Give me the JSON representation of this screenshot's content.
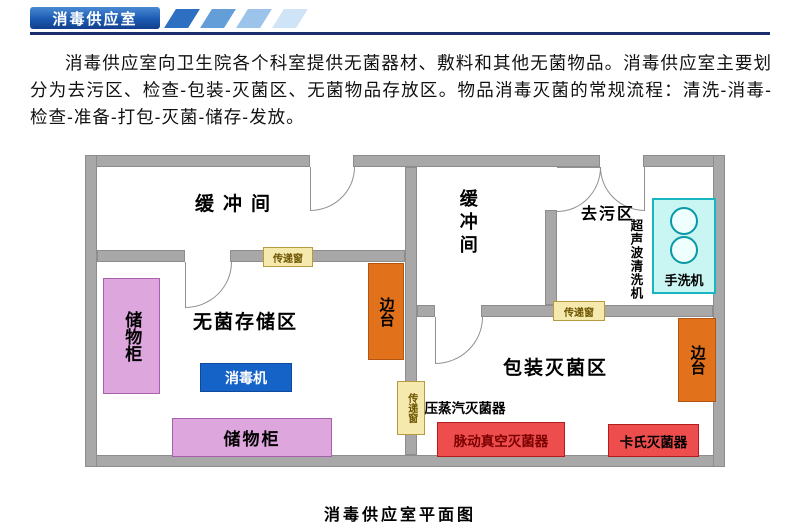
{
  "header": {
    "title": "消毒供应室"
  },
  "intro": {
    "text": "消毒供应室向卫生院各个科室提供无菌器材、敷料和其他无菌物品。消毒供应室主要划分为去污区、检查-包装-灭菌区、无菌物品存放区。物品消毒灭菌的常规流程：清洗-消毒-检查-准备-打包-灭菌-储存-发放。"
  },
  "floor_plan": {
    "caption": "消毒供应室平面图",
    "rooms": {
      "buffer_left": "缓冲间",
      "sterile_storage": "无菌存储区",
      "buffer_right": "缓冲间",
      "decontamination": "去污区",
      "packaging": "包装灭菌区"
    },
    "equipment": {
      "cabinet_left": "储物柜",
      "cabinet_bottom": "储物柜",
      "disinfector": "消毒机",
      "side_table_left": "边台",
      "side_table_right": "边台",
      "hand_washer": "手洗机",
      "ultrasonic_cleaner": "超声波清洗机",
      "autoclave": "高压蒸汽灭菌器",
      "pulse_vacuum_sterilizer": "脉动真空灭菌器",
      "cassette_sterilizer": "卡氏灭菌器"
    },
    "pass_windows": {
      "left_room": "传递窗",
      "middle": "传递窗",
      "decon": "传递窗"
    },
    "colors": {
      "wall": "#a8a8a8",
      "cabinet": "#dda6dd",
      "side_table": "#e2711c",
      "disinfector_blue": "#1663c7",
      "hand_washer_cyan": "#c9f6f2",
      "pass_window_yellow": "#f6e9ad",
      "sterilizer_red": "#ee4d4d",
      "banner_blue": "#1c5ab2",
      "divider_navy": "#1c2d6e"
    }
  }
}
